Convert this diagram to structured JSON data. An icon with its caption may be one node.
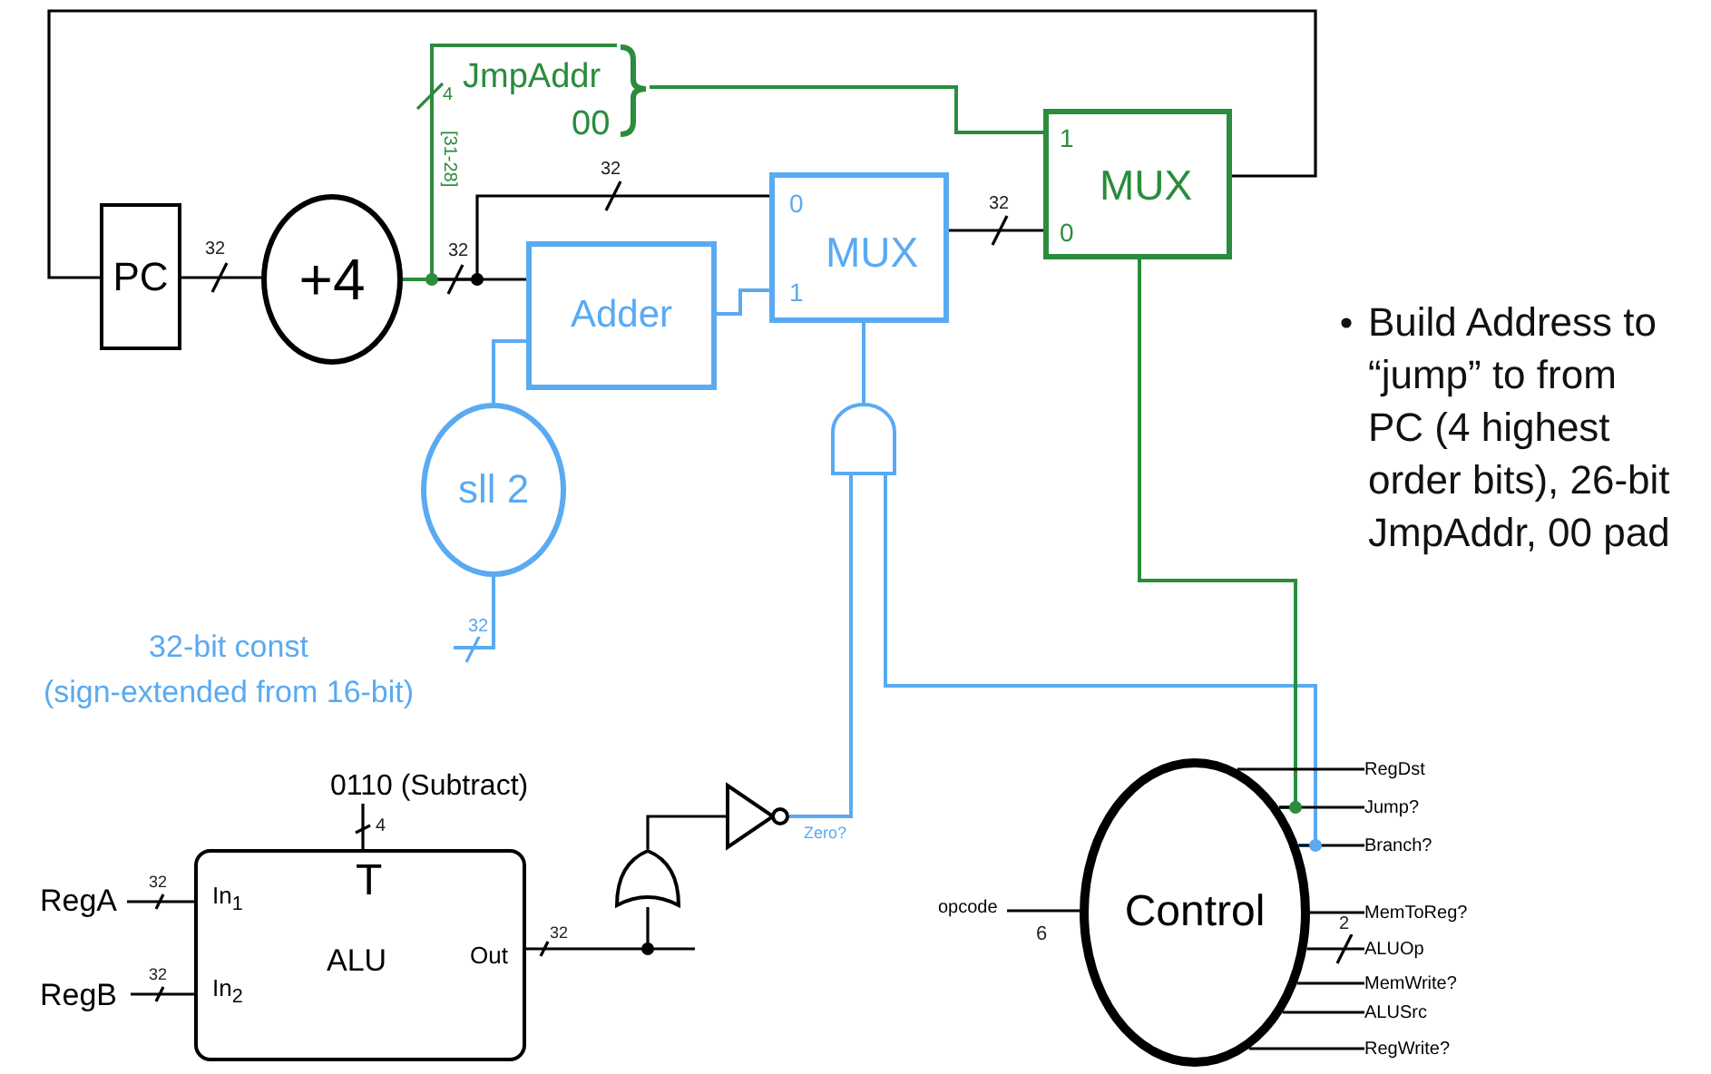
{
  "diagram": {
    "nodes": [
      {
        "text": [
          "PC"
        ]
      },
      {
        "text": [
          "+4"
        ]
      },
      {
        "text": [
          "Adder"
        ]
      },
      {
        "text": [
          "0",
          "MUX",
          "1"
        ]
      },
      {
        "text": [
          "1",
          "MUX",
          "0"
        ]
      },
      {
        "text": [
          "sll 2"
        ]
      },
      {
        "text": [
          "32-bit const",
          "(sign-extended from 16-bit)"
        ]
      },
      {
        "text": [
          "JmpAddr",
          "00"
        ]
      },
      {
        "text": [],
        "shape": "gate"
      },
      {
        "text": [
          "T",
          "In$_{1}$",
          "ALU",
          "Out",
          "In$_{2}$"
        ]
      },
      {
        "text": [
          "0110 (Subtract)"
        ]
      },
      {
        "text": [
          "RegA"
        ]
      },
      {
        "text": [
          "RegB"
        ]
      },
      {
        "text": [],
        "shape": "gate"
      },
      {
        "text": [],
        "shape": "triangle"
      },
      {
        "text": [
          "Control"
        ]
      },
      {
        "text": [
          "opcode"
        ]
      },
      {
        "text": [
          "RegDst"
        ]
      },
      {
        "text": [
          "Jump?"
        ]
      },
      {
        "text": [
          "Branch?"
        ]
      },
      {
        "text": [
          "MemToReg?"
        ]
      },
      {
        "text": [
          "ALUOp"
        ]
      },
      {
        "text": [
          "MemWrite?"
        ]
      },
      {
        "text": [
          "ALUSrc"
        ]
      },
      {
        "text": [
          "RegWrite?"
        ]
      }
    ],
    "edges": [
      {
        "from": 0,
        "to": 1,
        "arrow": "none",
        "label": "32"
      },
      {
        "from": 1,
        "to": 2,
        "arrow": "none",
        "label": "32"
      },
      {
        "from": 1,
        "to": 3,
        "arrow": "none",
        "label": "32"
      },
      {
        "from": 1,
        "to": 7,
        "arrow": "none",
        "label": "4",
        "color": "#2a8c3c"
      },
      {
        "from": 7,
        "to": 4,
        "arrow": "none",
        "color": "#2a8c3c"
      },
      {
        "from": 2,
        "to": 3,
        "arrow": "none",
        "color": "#5aaaf2"
      },
      {
        "from": 5,
        "to": 2,
        "arrow": "none",
        "color": "#5aaaf2"
      },
      {
        "from": 6,
        "to": 5,
        "arrow": "none",
        "label": "32",
        "color": "#5aaaf2"
      },
      {
        "from": 3,
        "to": 4,
        "arrow": "none",
        "label": "32"
      },
      {
        "from": 4,
        "to": 0,
        "arrow": "none"
      },
      {
        "from": 8,
        "to": 3,
        "arrow": "none",
        "color": "#5aaaf2"
      },
      {
        "from": 15,
        "to": 8,
        "arrow": "none",
        "color": "#5aaaf2"
      },
      {
        "from": 15,
        "to": 4,
        "arrow": "none",
        "color": "#2a8c3c"
      },
      {
        "from": 14,
        "to": 8,
        "arrow": "none",
        "label": "Zero?",
        "color": "#5aaaf2"
      },
      {
        "from": 13,
        "to": 14,
        "arrow": "none"
      },
      {
        "from": 9,
        "to": 13,
        "arrow": "none",
        "label": "32"
      },
      {
        "from": 11,
        "to": 9,
        "arrow": "none",
        "label": "32"
      },
      {
        "from": 12,
        "to": 9,
        "arrow": "none",
        "label": "32"
      },
      {
        "from": 10,
        "to": 9,
        "arrow": "none",
        "label": "4"
      },
      {
        "from": 16,
        "to": 15,
        "arrow": "none",
        "label": "6"
      },
      {
        "from": 15,
        "to": 17,
        "arrow": "none"
      },
      {
        "from": 15,
        "to": 18,
        "arrow": "none"
      },
      {
        "from": 15,
        "to": 19,
        "arrow": "none"
      },
      {
        "from": 15,
        "to": 20,
        "arrow": "none"
      },
      {
        "from": 15,
        "to": 21,
        "arrow": "none",
        "label": "2"
      },
      {
        "from": 15,
        "to": 22,
        "arrow": "none"
      },
      {
        "from": 15,
        "to": 23,
        "arrow": "none"
      },
      {
        "from": 15,
        "to": 24,
        "arrow": "none"
      }
    ],
    "labels": [
      "[31-28]",
      "Build Address to “jump” to from PC (4 highest order bits), 26-bit JmpAddr, 00 pad"
    ]
  }
}
